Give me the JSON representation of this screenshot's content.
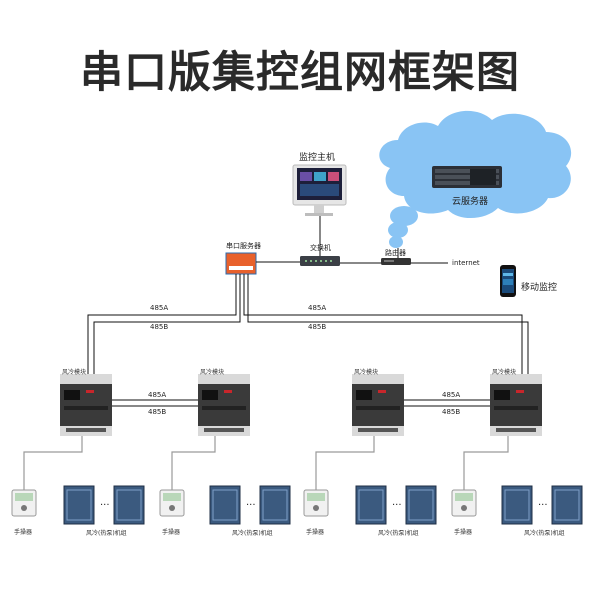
{
  "title": "串口版集控组网框架图",
  "top": {
    "monitor_host": "监控主机",
    "switch": "交换机",
    "router": "路由器",
    "internet": "internet",
    "cloud_server": "云服务器",
    "mobile": "移动监控",
    "serial_server": "串口服务器"
  },
  "bus": {
    "left_a": "485A",
    "left_b": "485B",
    "right_a": "485A",
    "right_b": "485B",
    "mid1_a": "485A",
    "mid1_b": "485B",
    "mid2_a": "485A",
    "mid2_b": "485B"
  },
  "modules": [
    {
      "label": "风冷模块"
    },
    {
      "label": "风冷模块"
    },
    {
      "label": "风冷模块"
    },
    {
      "label": "风冷模块"
    }
  ],
  "units": [
    {
      "controller": "手操器",
      "unit": "风冷(热泵)机组",
      "dots": "···"
    },
    {
      "controller": "手操器",
      "unit": "风冷(热泵)机组",
      "dots": "···"
    },
    {
      "controller": "手操器",
      "unit": "风冷(热泵)机组",
      "dots": "···"
    },
    {
      "controller": "手操器",
      "unit": "风冷(热泵)机组",
      "dots": "···"
    }
  ],
  "colors": {
    "cloud": "#89c4f4",
    "module_body": "#3a3a3a",
    "module_red": "#c8262b",
    "unit_blue": "#3b5a7f",
    "serial_orange": "#e8612c",
    "line": "#111111",
    "wire_gray": "#9a9a9a"
  }
}
